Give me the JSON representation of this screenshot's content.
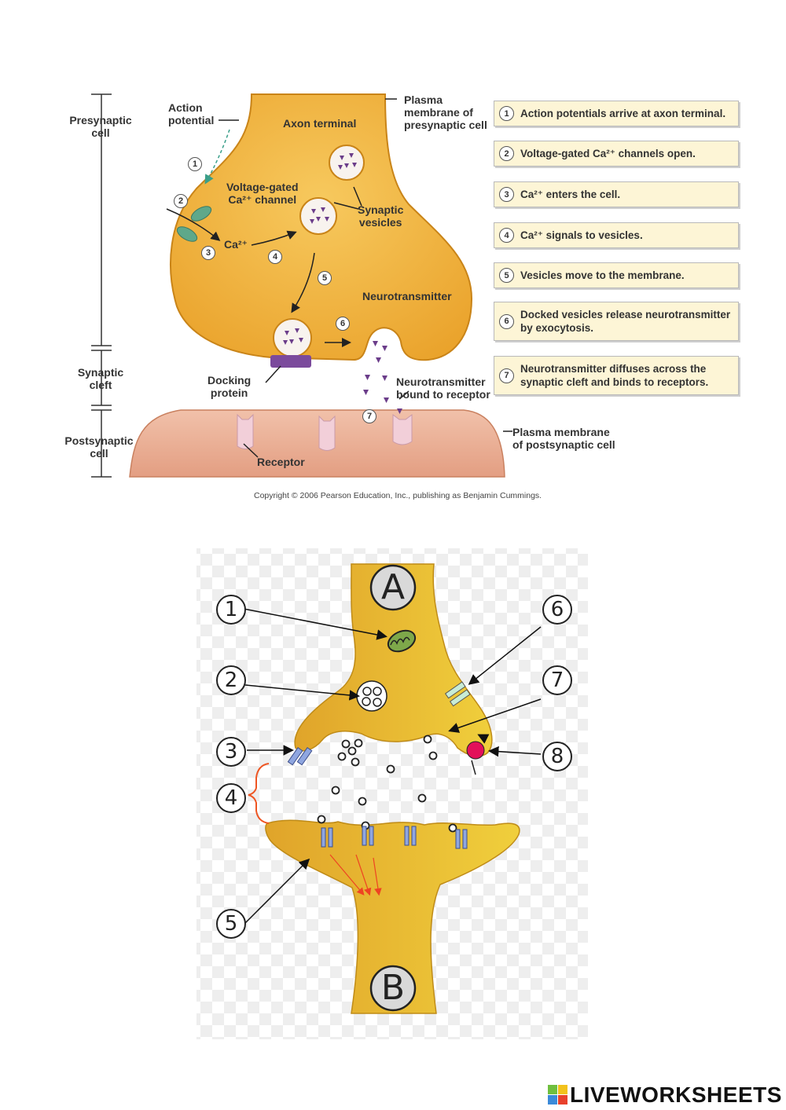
{
  "top_diagram": {
    "side_labels": {
      "presynaptic": "Presynaptic\ncell",
      "synaptic_cleft": "Synaptic\ncleft",
      "postsynaptic": "Postsynaptic\ncell"
    },
    "labels": {
      "action_potential": "Action\npotential",
      "axon_terminal": "Axon terminal",
      "plasma_membrane_pre": "Plasma\nmembrane of\npresynaptic cell",
      "voltage_gated": "Voltage-gated\nCa²⁺ channel",
      "synaptic_vesicles": "Synaptic\nvesicles",
      "ca_ion": "Ca²⁺",
      "neurotransmitter": "Neurotransmitter",
      "docking_protein": "Docking\nprotein",
      "nt_bound": "Neurotransmitter\nbound to receptor",
      "receptor": "Receptor",
      "plasma_membrane_post": "Plasma membrane\nof postsynaptic cell"
    },
    "step_markers": [
      "1",
      "2",
      "3",
      "4",
      "5",
      "6",
      "7"
    ],
    "steps": [
      {
        "num": "1",
        "text": "Action potentials arrive at axon terminal."
      },
      {
        "num": "2",
        "text": "Voltage-gated Ca²⁺ channels open."
      },
      {
        "num": "3",
        "text": "Ca²⁺ enters the cell."
      },
      {
        "num": "4",
        "text": "Ca²⁺ signals to vesicles."
      },
      {
        "num": "5",
        "text": "Vesicles move to the membrane."
      },
      {
        "num": "6",
        "text": "Docked vesicles release neurotransmitter by exocytosis."
      },
      {
        "num": "7",
        "text": "Neurotransmitter diffuses across the synaptic cleft and binds to receptors."
      }
    ],
    "copyright": "Copyright © 2006 Pearson Education, Inc., publishing as Benjamin Cummings."
  },
  "bottom_diagram": {
    "cell_a": "A",
    "cell_b": "B",
    "markers": [
      "1",
      "2",
      "3",
      "4",
      "5",
      "6",
      "7",
      "8"
    ]
  },
  "branding": {
    "logo_text": "LIVEWORKSHEETS"
  },
  "colors": {
    "cell_orange": "#f2b43c",
    "cell_pink": "#eab098",
    "vesicle_purple": "#6b3d8a",
    "box_fill": "#fdf5d6",
    "bottom_cell": "#e8b52f"
  }
}
